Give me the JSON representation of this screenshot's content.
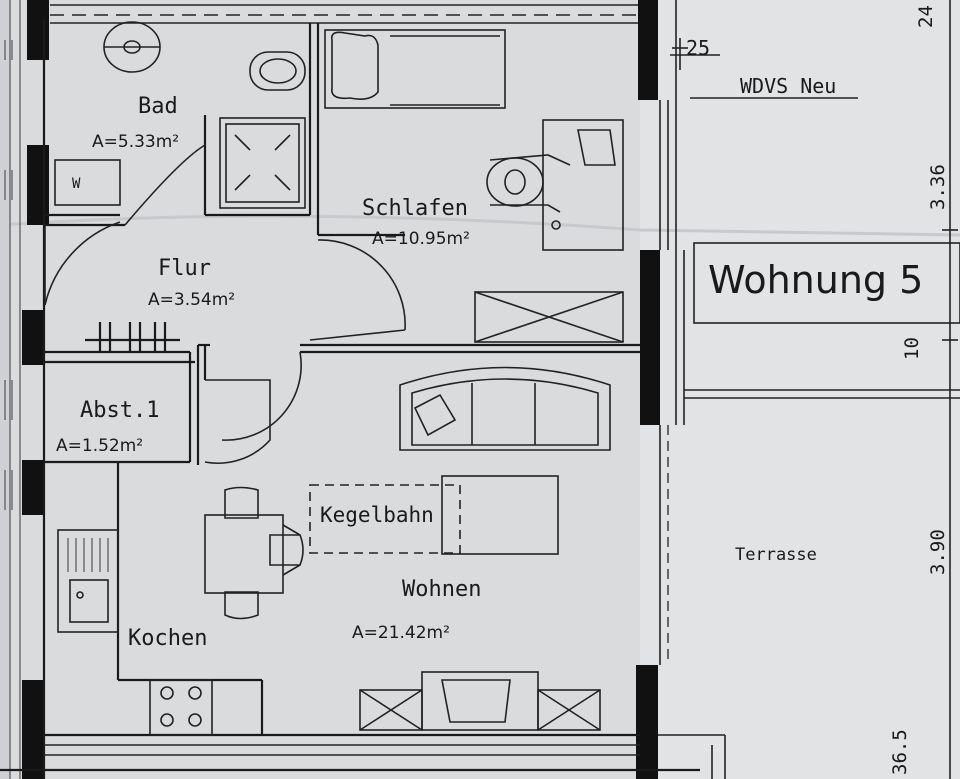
{
  "rooms": {
    "bad": {
      "name": "Bad",
      "area": "A=5.33m²"
    },
    "schlafen": {
      "name": "Schlafen",
      "area": "A=10.95m²"
    },
    "flur": {
      "name": "Flur",
      "area": "A=3.54m²"
    },
    "abst": {
      "name": "Abst.1",
      "area": "A=1.52m²"
    },
    "wohnen": {
      "name": "Wohnen",
      "area": "A=21.42m²"
    },
    "kochen": {
      "name": "Kochen"
    },
    "terrasse": {
      "name": "Terrasse"
    }
  },
  "labels": {
    "kegelbahn": "Kegelbahn",
    "wdvs": "WDVS Neu",
    "apartment": "Wohnung 5",
    "washer": "W"
  },
  "dimensions": {
    "d25": "25",
    "d24": "24",
    "d336": "3.36",
    "d10": "10",
    "d390": "3.90",
    "d365": "36.5"
  },
  "colors": {
    "paper": "#dadbdd",
    "ink": "#111111"
  }
}
